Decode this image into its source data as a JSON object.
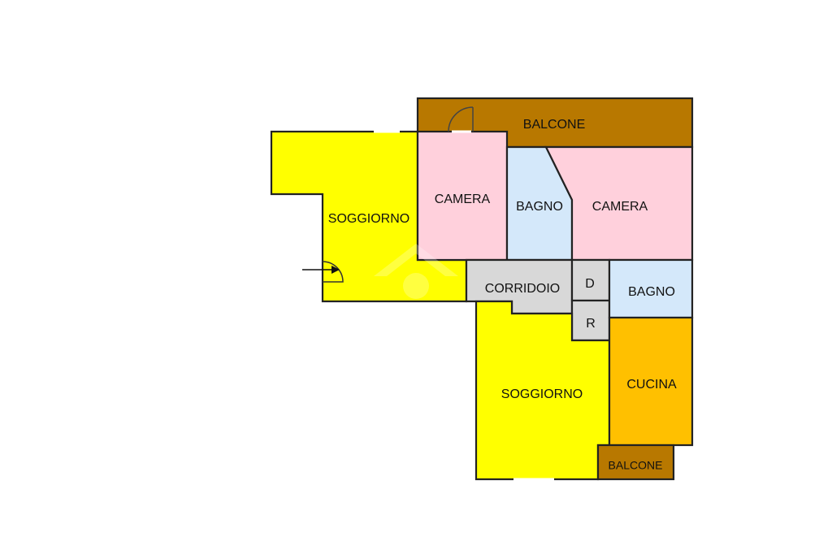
{
  "rooms": {
    "balcone_top": "BALCONE",
    "camera_1": "CAMERA",
    "bagno_1": "BAGNO",
    "camera_2": "CAMERA",
    "soggiorno_1": "SOGGIORNO",
    "corridoio": "CORRIDOIO",
    "d": "D",
    "r": "R",
    "bagno_2": "BAGNO",
    "soggiorno_2": "SOGGIORNO",
    "cucina": "CUCINA",
    "balcone_bottom": "BALCONE"
  },
  "colors": {
    "balcone": "#b87800",
    "camera": "#ffd0dc",
    "bagno": "#d4e8fa",
    "soggiorno": "#ffff00",
    "service": "#d8d8d8",
    "cucina": "#ffc000"
  }
}
